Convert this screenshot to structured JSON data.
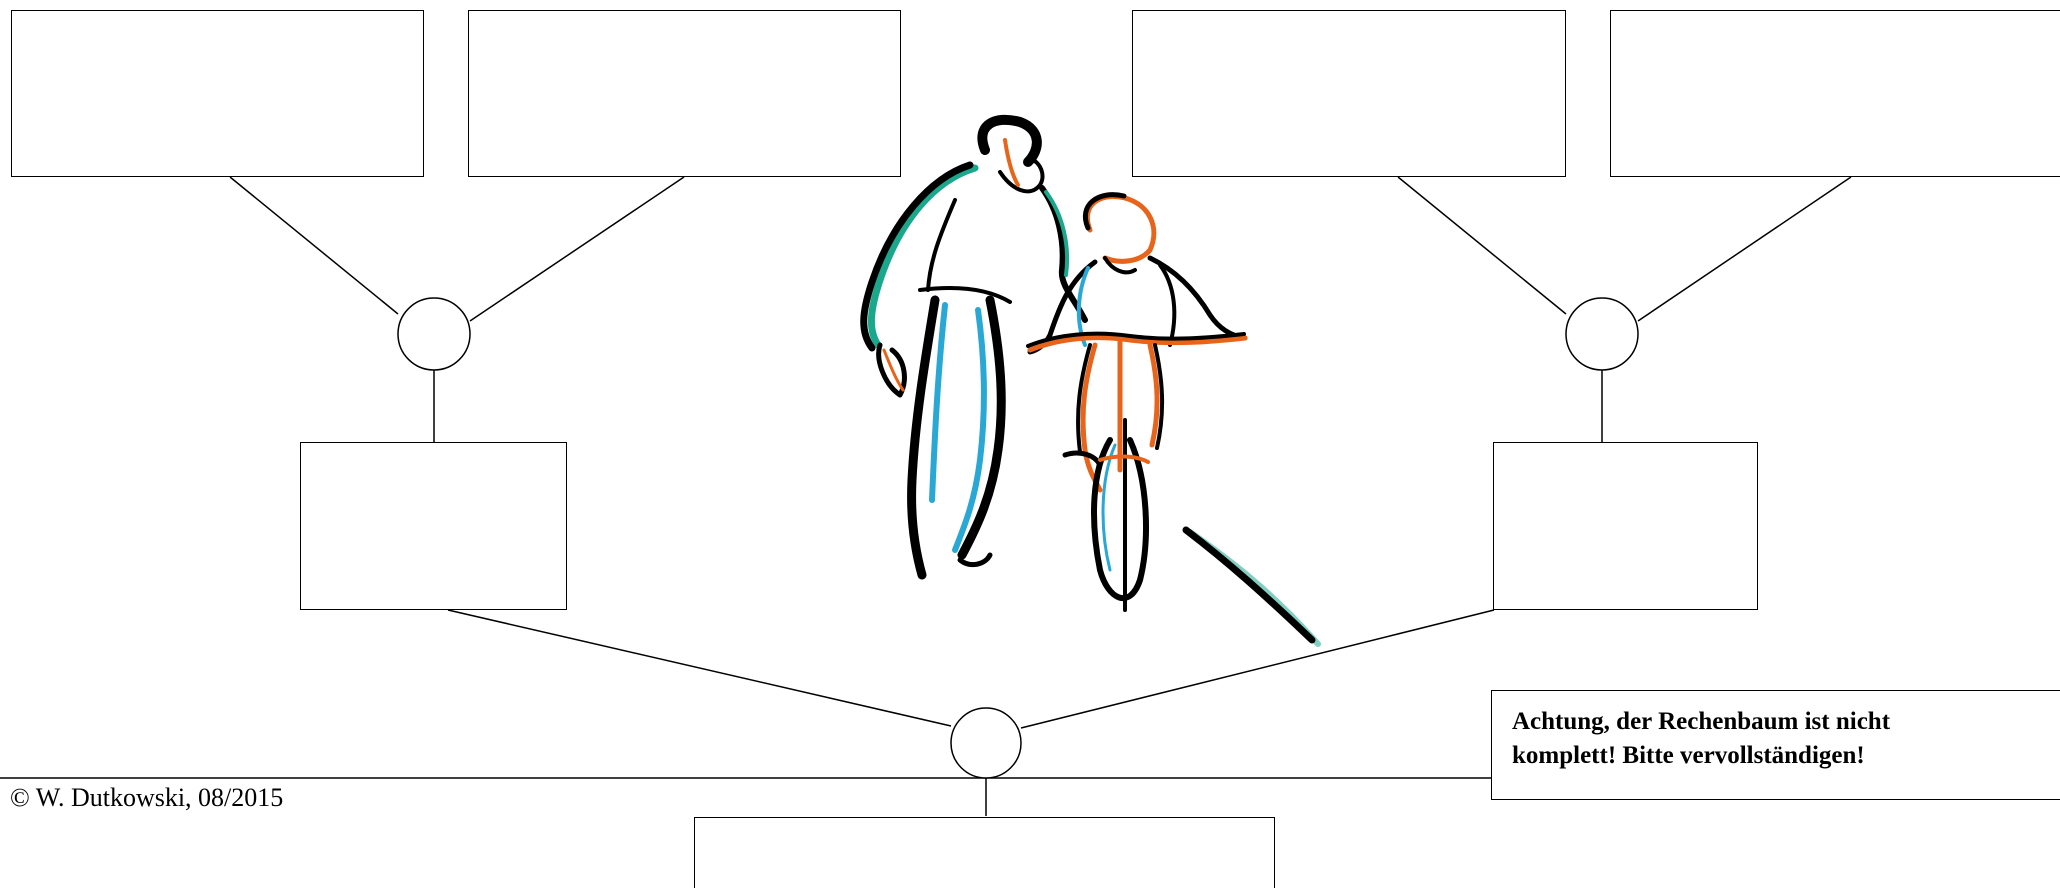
{
  "worksheet": {
    "copyright": "© W. Dutkowski, 08/2015",
    "note": {
      "line1": "Achtung, der Rechenbaum ist nicht",
      "line2": "komplett! Bitte vervollständigen!"
    },
    "illustration": "father teaching child to ride a bicycle",
    "colors": {
      "line": "#000000",
      "accent_teal": "#1aa88c",
      "accent_blue": "#29a8d6",
      "accent_orange": "#e8641b"
    }
  }
}
